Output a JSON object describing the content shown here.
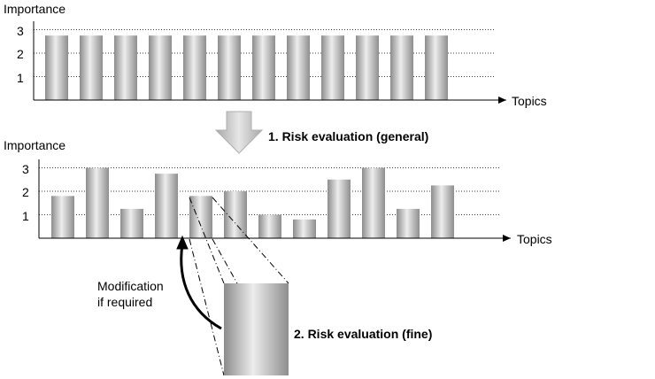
{
  "chart_data": [
    {
      "type": "bar",
      "title": "",
      "ylabel": "Importance",
      "xlabel": "Topics",
      "yticks": [
        "1",
        "2",
        "3"
      ],
      "ylim": [
        0,
        3.4
      ],
      "grid": true,
      "values": [
        2.75,
        2.75,
        2.75,
        2.75,
        2.75,
        2.75,
        2.75,
        2.75,
        2.75,
        2.75,
        2.75,
        2.75
      ]
    },
    {
      "type": "bar",
      "title": "",
      "ylabel": "Importance",
      "xlabel": "Topics",
      "yticks": [
        "1",
        "2",
        "3"
      ],
      "ylim": [
        0,
        3.4
      ],
      "grid": true,
      "values": [
        1.8,
        3.0,
        1.25,
        2.75,
        1.8,
        2.0,
        1.0,
        0.8,
        2.5,
        3.0,
        1.25,
        2.25
      ]
    }
  ],
  "steps": {
    "general": "1. Risk evaluation (general)",
    "fine": "2. Risk evaluation (fine)"
  },
  "feedback": {
    "line1": "Modification",
    "line2": "if required"
  }
}
